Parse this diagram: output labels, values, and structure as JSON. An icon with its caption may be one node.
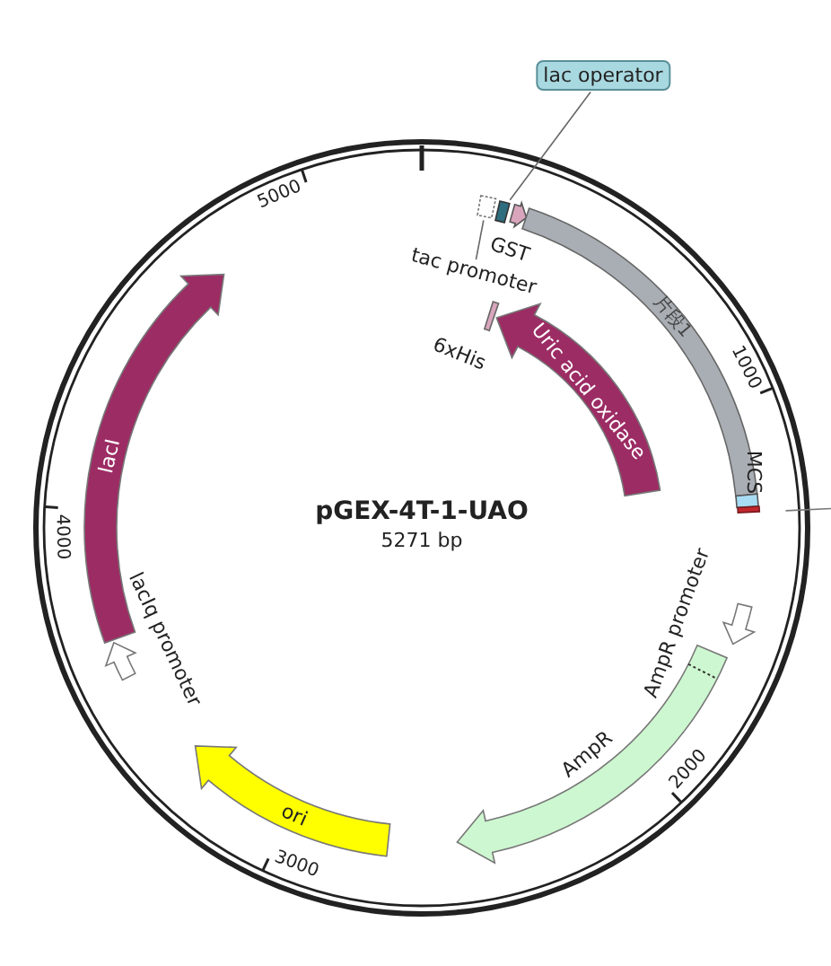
{
  "diagram": {
    "title": "pGEX-4T-1-UAO",
    "nodes": [
      {
        "text": [
          "lac operator"
        ]
      },
      {
        "text": [],
        "shape": "bar"
      },
      {
        "text": [
          "tac promoter"
        ]
      },
      {
        "text": [],
        "shape": "bar"
      },
      {
        "text": [
          "GST"
        ]
      },
      {
        "text": [
          "片段1"
        ]
      },
      {
        "text": [
          "MCS"
        ]
      },
      {
        "text": [],
        "shape": "bar"
      },
      {
        "text": [
          "6xHis"
        ]
      },
      {
        "text": [
          "Uric acid oxidase"
        ]
      },
      {
        "text": [
          "lacI"
        ]
      },
      {
        "text": [
          "lacIq promoter"
        ]
      },
      {
        "text": [
          "ori"
        ]
      },
      {
        "text": [
          "AmpR"
        ]
      },
      {
        "text": [
          "AmpR promoter"
        ]
      }
    ],
    "edges": [
      {
        "from": 0,
        "to": 1,
        "arrow": "none"
      },
      {
        "from": 2,
        "to": 3,
        "arrow": "none"
      }
    ],
    "labels": [
      "5271 bp",
      "1000",
      "2000",
      "3000",
      "4000",
      "5000"
    ]
  }
}
